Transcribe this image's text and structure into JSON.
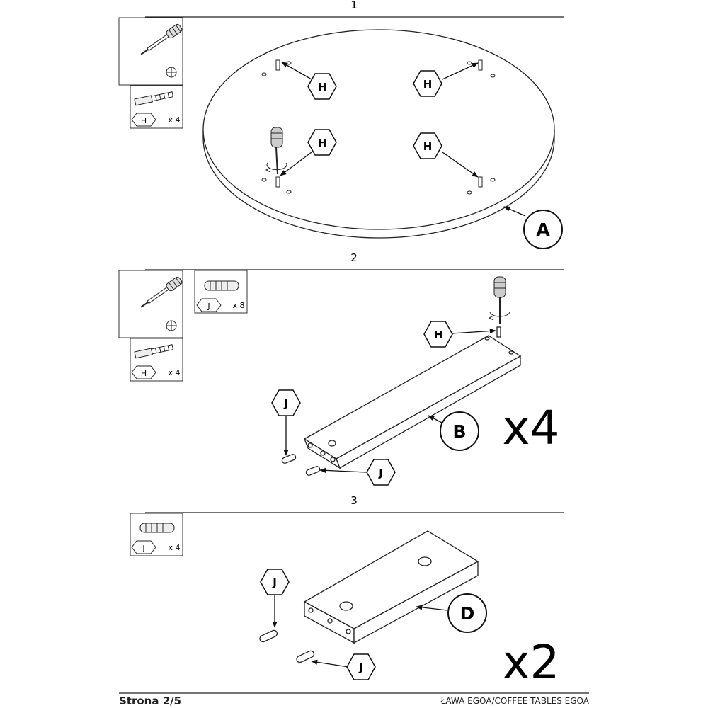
{
  "steps": [
    {
      "number": "1",
      "fittings": [
        {
          "label": "H",
          "quantity": "x 4"
        }
      ],
      "parts": [
        {
          "label": "A"
        },
        {
          "label": "H"
        },
        {
          "label": "H"
        },
        {
          "label": "H"
        },
        {
          "label": "H"
        }
      ]
    },
    {
      "number": "2",
      "fittings": [
        {
          "label": "J",
          "quantity": "x 8"
        },
        {
          "label": "H",
          "quantity": "x 4"
        }
      ],
      "parts": [
        {
          "label": "H"
        },
        {
          "label": "J"
        },
        {
          "label": "B"
        },
        {
          "label": "J"
        }
      ],
      "multiplier": "x4"
    },
    {
      "number": "3",
      "fittings": [
        {
          "label": "J",
          "quantity": "x 4"
        }
      ],
      "parts": [
        {
          "label": "J"
        },
        {
          "label": "D"
        },
        {
          "label": "J"
        }
      ],
      "multiplier": "x2"
    }
  ],
  "footer": {
    "page": "Strona 2/5",
    "product": "ŁAWA EGOA/COFFEE TABLES EGOA"
  }
}
